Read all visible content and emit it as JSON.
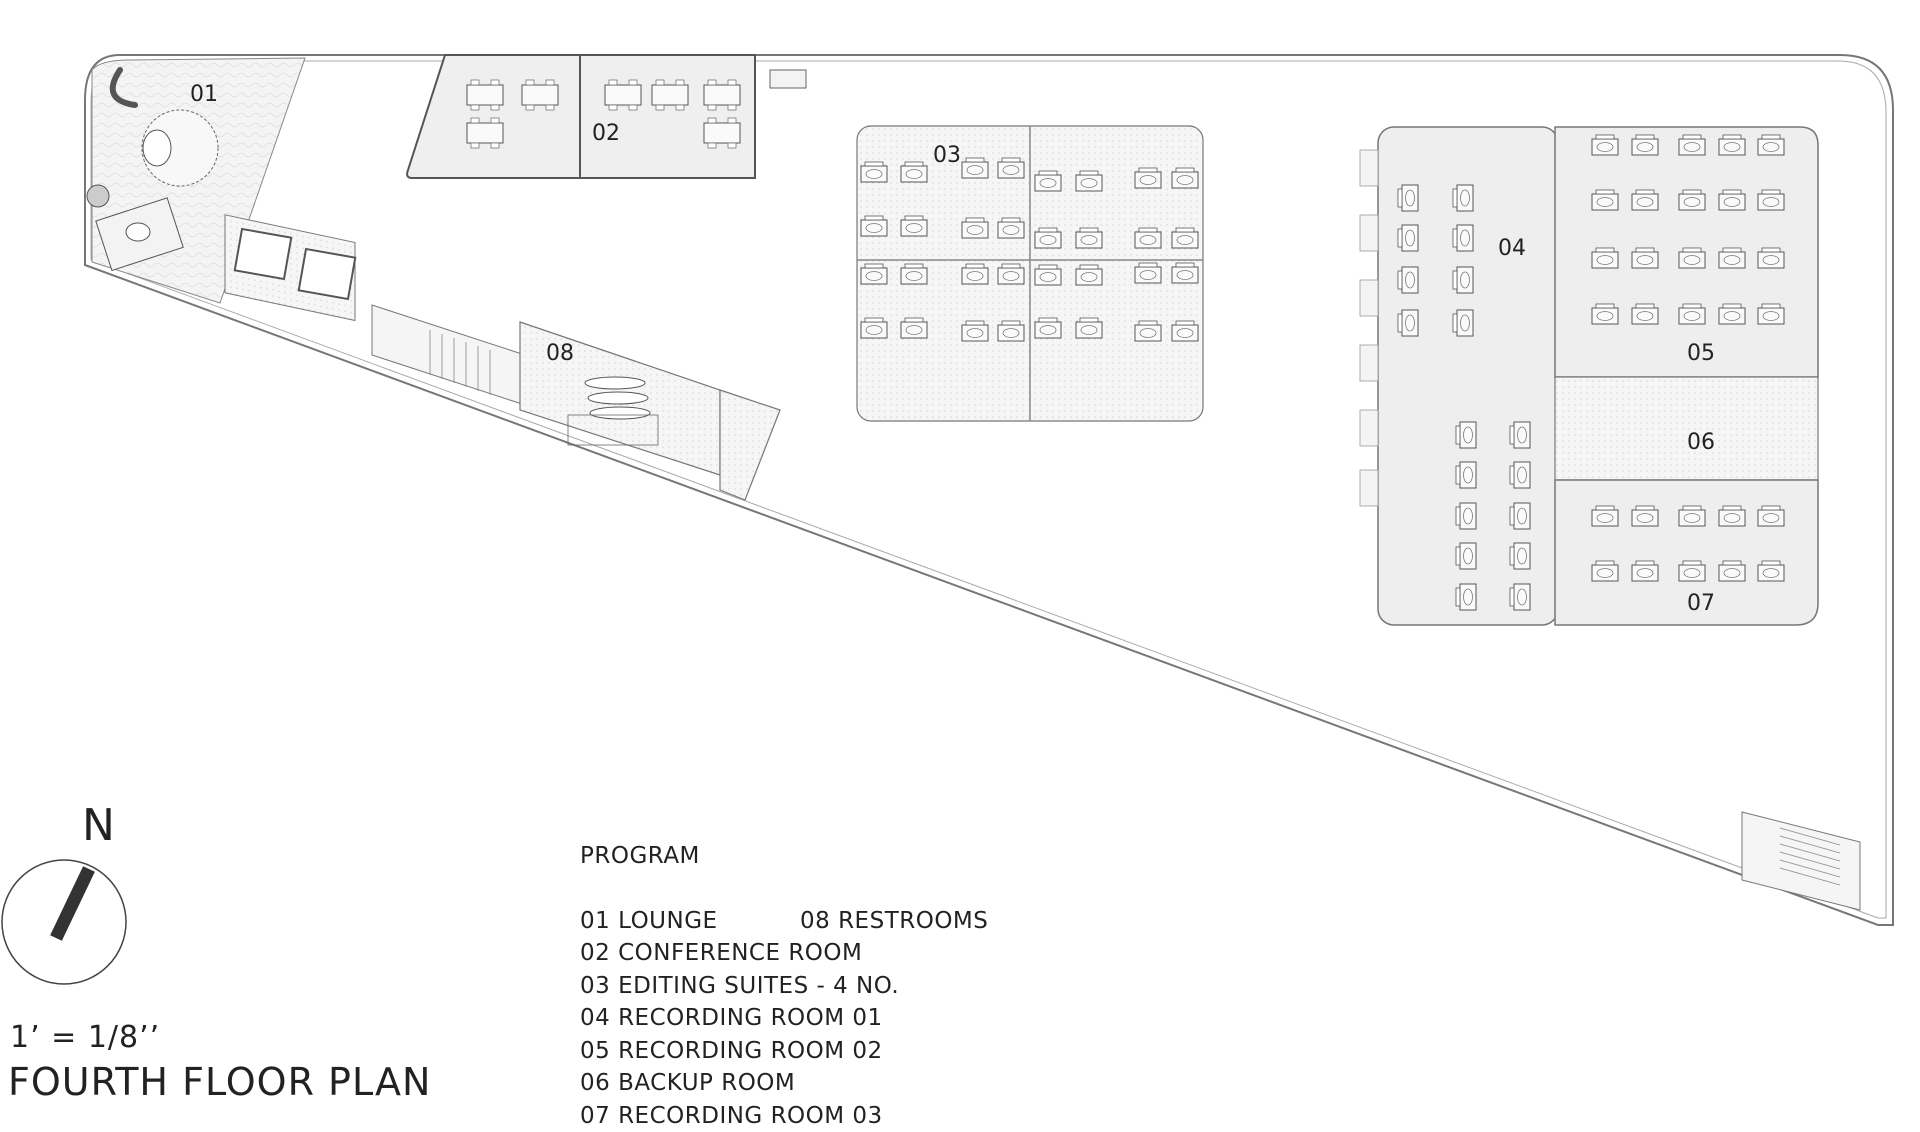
{
  "rooms": {
    "r01": "01",
    "r02": "02",
    "r03": "03",
    "r04": "04",
    "r05": "05",
    "r06": "06",
    "r07": "07",
    "r08": "08"
  },
  "north": {
    "letter": "N"
  },
  "scale": "1’ = 1/8’’",
  "title": "FOURTH FLOOR PLAN",
  "program": {
    "heading": "PROGRAM",
    "items": [
      "01 LOUNGE",
      "02 CONFERENCE ROOM",
      "03 EDITING SUITES - 4 NO.",
      "04 RECORDING ROOM 01",
      "05 RECORDING ROOM 02",
      "06 BACKUP ROOM",
      "07 RECORDING ROOM 03"
    ],
    "items_col2": [
      "08 RESTROOMS"
    ]
  },
  "colors": {
    "wall": "#8a8a8a",
    "room_fill": "#efefef",
    "line": "#444444"
  }
}
